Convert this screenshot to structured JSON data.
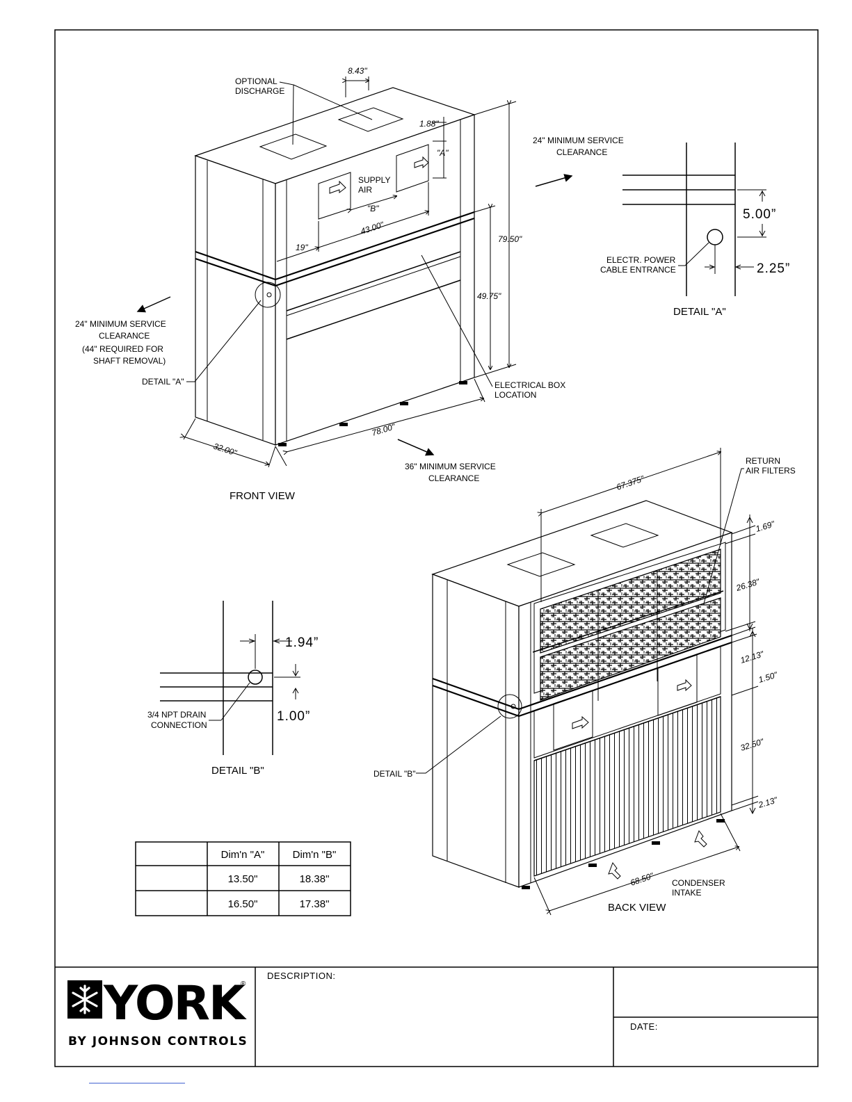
{
  "front_view": {
    "title": "FRONT VIEW",
    "labels": {
      "optional_discharge_1": "OPTIONAL",
      "optional_discharge_2": "DISCHARGE",
      "supply_air_1": "SUPPLY",
      "supply_air_2": "AIR",
      "electrical_box_1": "ELECTRICAL BOX",
      "electrical_box_2": "LOCATION",
      "detail_a_ref": "DETAIL \"A\"",
      "clearance_left_1": "24\" MINIMUM SERVICE",
      "clearance_left_2": "CLEARANCE",
      "clearance_left_3": "(44\" REQUIRED FOR",
      "clearance_left_4": "SHAFT REMOVAL)",
      "clearance_right_1": "24\" MINIMUM SERVICE",
      "clearance_right_2": "CLEARANCE",
      "clearance_front_1": "36\" MINIMUM SERVICE",
      "clearance_front_2": "CLEARANCE"
    },
    "dims": {
      "d_8_43": "8.43\"",
      "d_1_88": "1.88\"",
      "d_a": "\"A\"",
      "d_b": "\"B\"",
      "d_19": "19\"",
      "d_43_00": "43.00\"",
      "d_79_50": "79.50\"",
      "d_49_75": "49.75\"",
      "d_78_00": "78.00\"",
      "d_32_00": "32.00\""
    }
  },
  "detail_a": {
    "title": "DETAIL \"A\"",
    "label_1": "ELECTR. POWER",
    "label_2": "CABLE ENTRANCE",
    "dim_v": "5.00”",
    "dim_h": "2.25”"
  },
  "detail_b": {
    "title": "DETAIL \"B\"",
    "label_1": "3/4 NPT DRAIN",
    "label_2": "CONNECTION",
    "dim_h": "1.94”",
    "dim_v": "1.00”"
  },
  "back_view": {
    "title": "BACK VIEW",
    "labels": {
      "return_filters_1": "RETURN",
      "return_filters_2": "AIR FILTERS",
      "condenser_1": "CONDENSER",
      "condenser_2": "INTAKE",
      "detail_b_ref": "DETAIL \"B\""
    },
    "dims": {
      "d_67_375": "67.375\"",
      "d_1_69": "1.69\"",
      "d_26_38": "26.38\"",
      "d_12_13": "12.13\"",
      "d_1_50": "1.50\"",
      "d_32_50": "32.50\"",
      "d_2_13": "2.13\"",
      "d_68_50": "68.50\""
    }
  },
  "dim_table": {
    "headers": [
      "",
      "Dim'n \"A\"",
      "Dim'n \"B\""
    ],
    "rows": [
      [
        "",
        "13.50\"",
        "18.38\""
      ],
      [
        "",
        "16.50\"",
        "17.38\""
      ]
    ]
  },
  "title_block": {
    "logo_text": "YORK",
    "logo_registered": "®",
    "logo_sub": "BY JOHNSON CONTROLS",
    "description_label": "DESCRIPTION:",
    "date_label": "DATE:"
  }
}
